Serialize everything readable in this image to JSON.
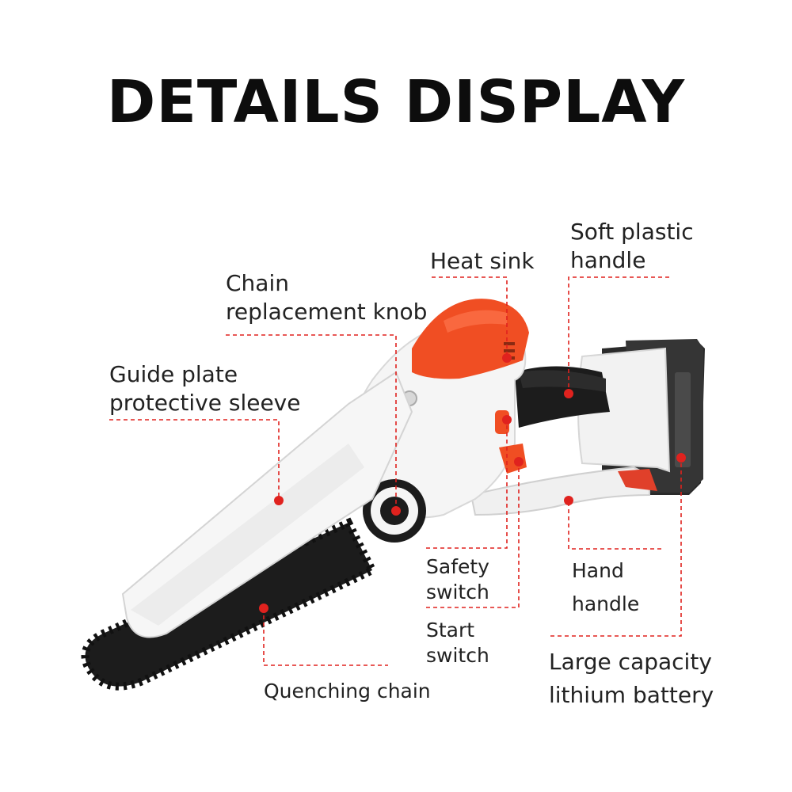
{
  "title": "DETAILS DISPLAY",
  "labels": {
    "chain_knob": [
      "Chain",
      "replacement knob"
    ],
    "guide_sleeve": [
      "Guide plate",
      "protective sleeve"
    ],
    "heat_sink": "Heat sink",
    "soft_handle": [
      "Soft plastic",
      "handle"
    ],
    "safety_switch": [
      "Safety",
      "switch"
    ],
    "start_switch": [
      "Start",
      "switch"
    ],
    "hand_handle": [
      "Hand",
      "handle"
    ],
    "battery": [
      "Large capacity",
      "lithium battery"
    ],
    "chain": "Quenching chain"
  },
  "colors": {
    "accent": "#f04e23",
    "leader": "#e0221e",
    "body": "#f4f4f4",
    "dark": "#1c1c1c"
  }
}
